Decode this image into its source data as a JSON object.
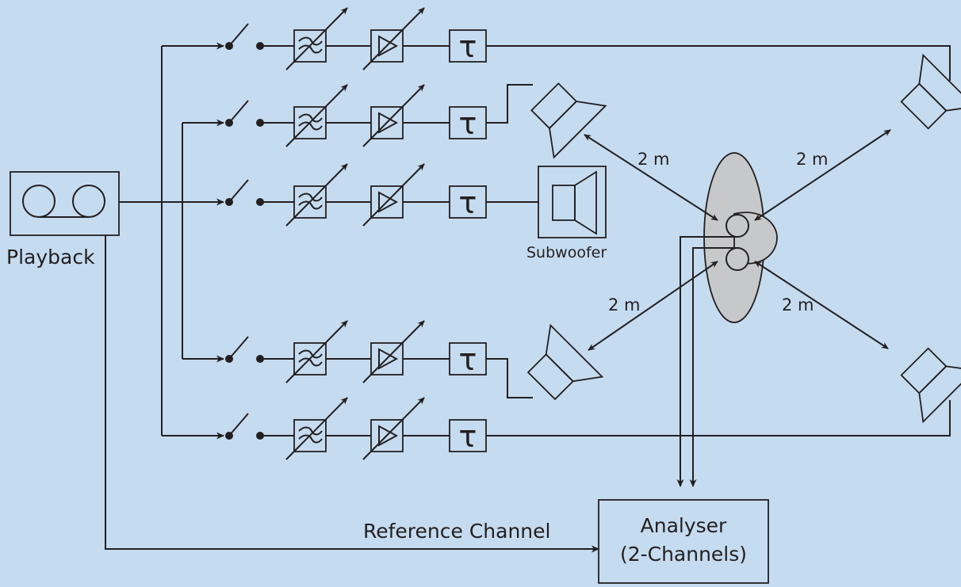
{
  "diagram": {
    "playback_label": "Playback",
    "subwoofer_label": "Subwoofer",
    "reference_label": "Reference Channel",
    "analyser_line1": "Analyser",
    "analyser_line2": "(2-Channels)",
    "distance_labels": [
      "2 m",
      "2 m",
      "2 m",
      "2 m"
    ],
    "delay_symbol": "τ",
    "channel_count": 5,
    "colors": {
      "background": "#c5dbf0",
      "ink": "#231f20",
      "head_fill": "#c7c8ca"
    }
  }
}
